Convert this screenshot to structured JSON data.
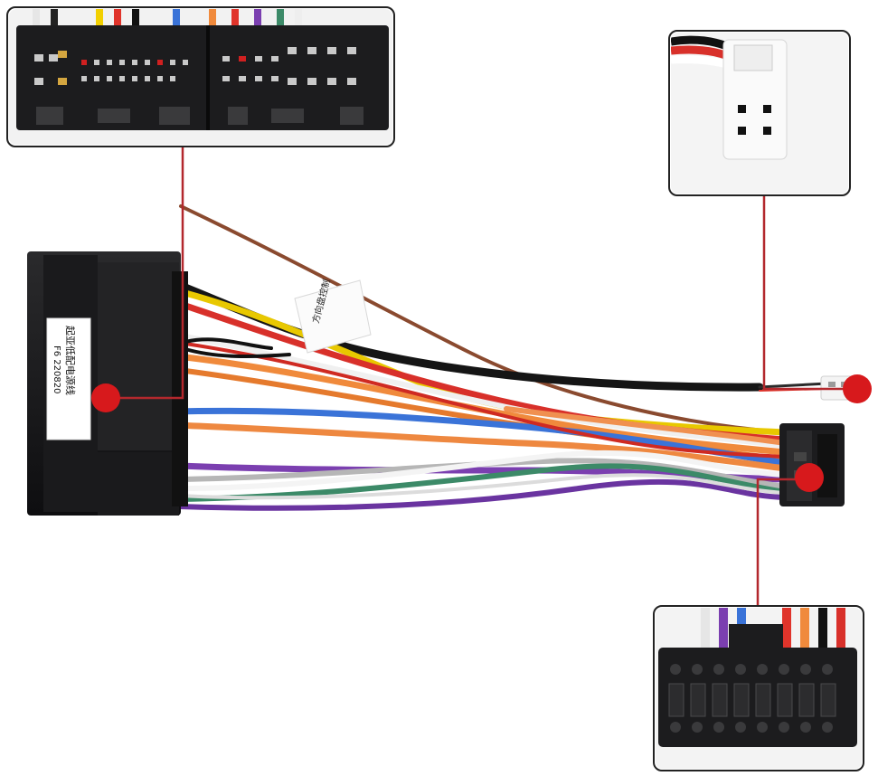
{
  "product_photo": {
    "main_label_text": "起亚低配电源线",
    "main_label_code": "F6 220820",
    "tag_text": "方向盘控制",
    "colors": {
      "callout_red": "#d7191c",
      "leader_line": "#b3282d",
      "connector_black": "#1c1c1e",
      "frame_border": "#222222"
    },
    "wire_colors": [
      "#111111",
      "#f2d000",
      "#e0342b",
      "#ffffff",
      "#f08a3c",
      "#3a73d8",
      "#8a4a2f",
      "#7b3fb0",
      "#b6b6b6",
      "#3c8a68"
    ]
  }
}
